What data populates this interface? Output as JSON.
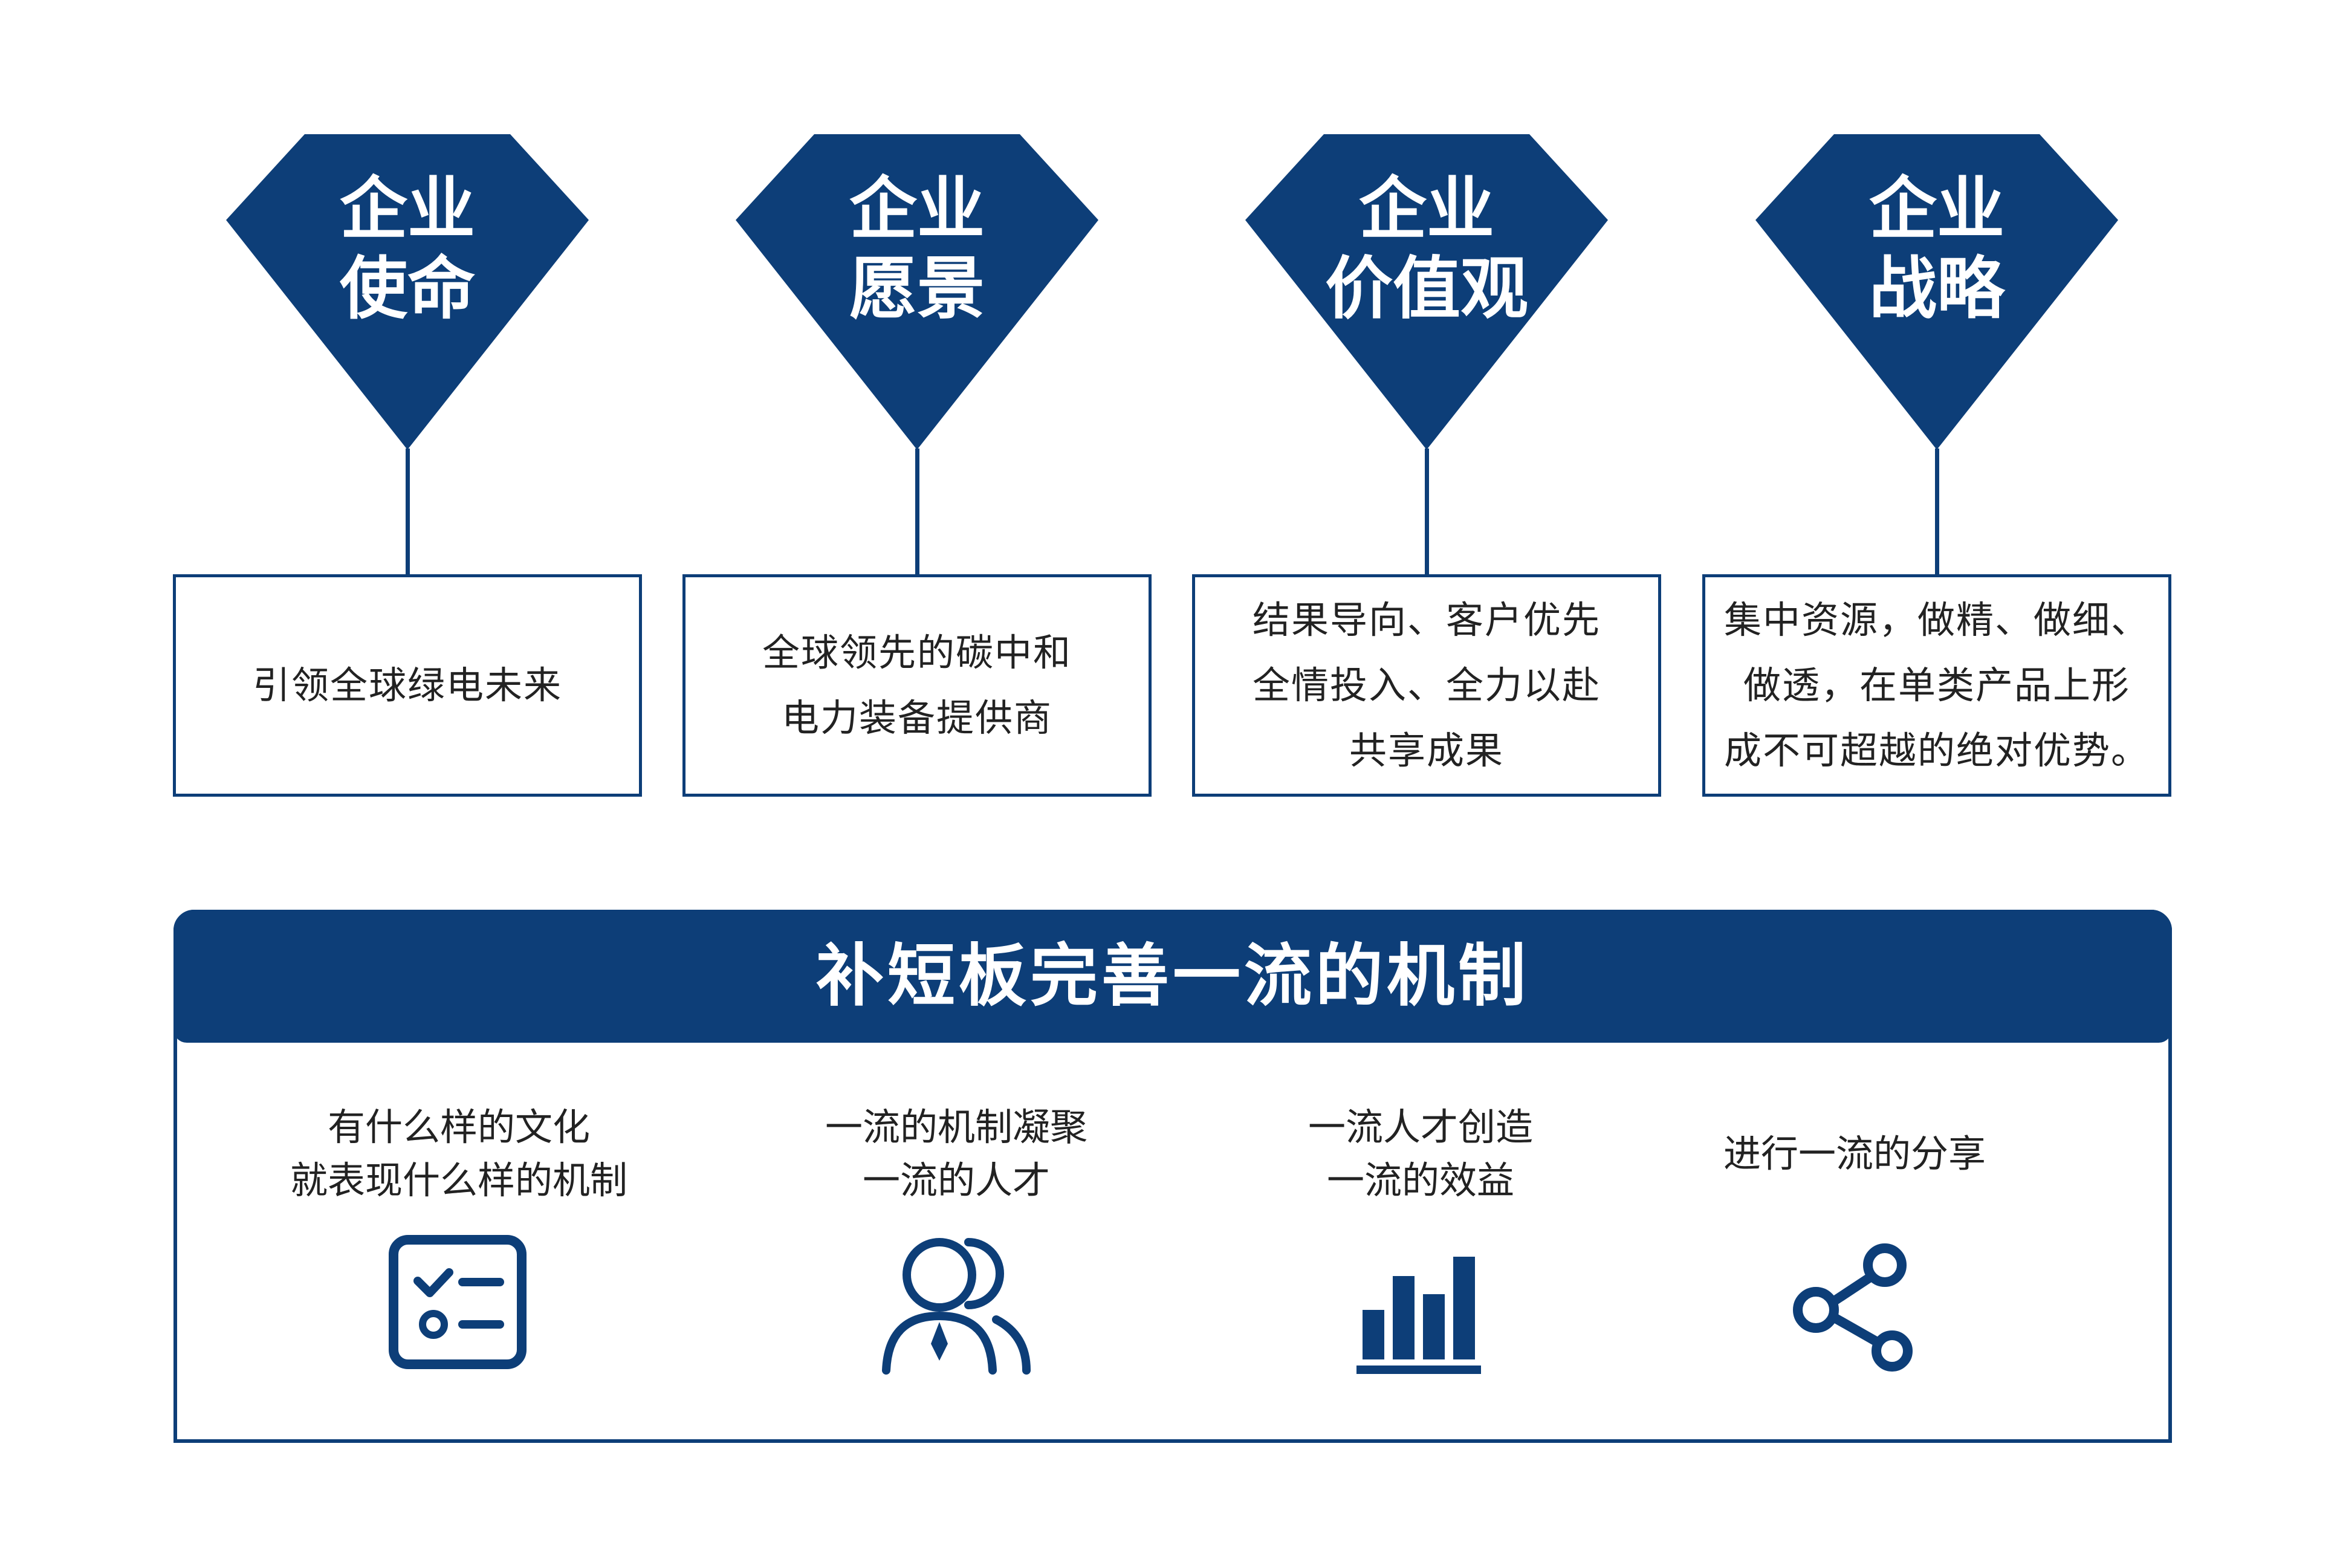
{
  "colors": {
    "primary": "#0d3e78",
    "text": "#222222",
    "background": "#ffffff"
  },
  "pillars": [
    {
      "title_lines": [
        "企业",
        "使命"
      ],
      "desc_lines": [
        "引领全球绿电未来"
      ]
    },
    {
      "title_lines": [
        "企业",
        "愿景"
      ],
      "desc_lines": [
        "全球领先的碳中和",
        "电力装备提供商"
      ]
    },
    {
      "title_lines": [
        "企业",
        "价值观"
      ],
      "desc_lines": [
        "结果导向、客户优先",
        "全情投入、全力以赴",
        "共享成果"
      ]
    },
    {
      "title_lines": [
        "企业",
        "战略"
      ],
      "desc_lines": [
        "集中资源，做精、做细、",
        "做透，在单类产品上形",
        "成不可超越的绝对优势。"
      ]
    }
  ],
  "panel": {
    "title": "补短板完善一流的机制",
    "features": [
      {
        "text_lines": [
          "有什么样的文化",
          "就表现什么样的机制"
        ],
        "icon": "checklist-icon"
      },
      {
        "text_lines": [
          "一流的机制凝聚",
          "一流的人才"
        ],
        "icon": "users-icon"
      },
      {
        "text_lines": [
          "一流人才创造",
          "一流的效益"
        ],
        "icon": "bar-chart-icon"
      },
      {
        "text_lines": [
          "进行一流的分享"
        ],
        "icon": "share-icon"
      }
    ]
  }
}
